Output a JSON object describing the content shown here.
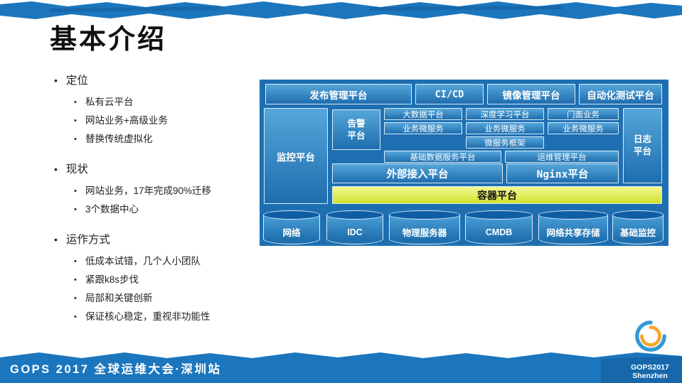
{
  "slide": {
    "title": "基本介绍",
    "footer": "GOPS 2017 全球运维大会·深圳站",
    "brand": {
      "line1": "GOPS2017",
      "line2": "Shenzhen"
    }
  },
  "bullets": [
    {
      "label": "定位",
      "items": [
        "私有云平台",
        "网站业务+高级业务",
        "替换传统虚拟化"
      ]
    },
    {
      "label": "现状",
      "items": [
        "网站业务，17年完成90%迁移",
        "3个数据中心"
      ]
    },
    {
      "label": "运作方式",
      "items": [
        "低成本试错，几个人小团队",
        "紧跟k8s步伐",
        "局部和关键创新",
        "保证核心稳定，重视非功能性"
      ]
    }
  ],
  "diagram": {
    "top_row": [
      "发布管理平台",
      "CI/CD",
      "镜像管理平台",
      "自动化测试平台"
    ],
    "monitor": "监控平台",
    "alert": "告警平台",
    "log": "日志平台",
    "apps": {
      "row1": [
        "大数据平台",
        "深度学习平台",
        "门面业务"
      ],
      "row2": [
        "业务微服务",
        "业务微服务",
        "业务微服务"
      ],
      "framework": "微服务框架",
      "row4": [
        "基础数据服务平台",
        "运维管理平台"
      ]
    },
    "access": "外部接入平台",
    "nginx": "Nginx平台",
    "container": "容器平台",
    "infra": [
      "网络",
      "IDC",
      "物理服务器",
      "CMDB",
      "网络共享存储",
      "基础监控"
    ]
  },
  "colors": {
    "band": "#1b76bd",
    "diagram-bg": "#1e6fb2",
    "box-top": "#55a6da",
    "box-bottom": "#1f6dae",
    "box-border": "#d8ecf8",
    "container-top": "#f4f895",
    "container-bottom": "#d2e22e",
    "cyl-top": "#0f5da2",
    "logo-blue": "#2f9ad6",
    "logo-orange": "#f5a62a"
  }
}
